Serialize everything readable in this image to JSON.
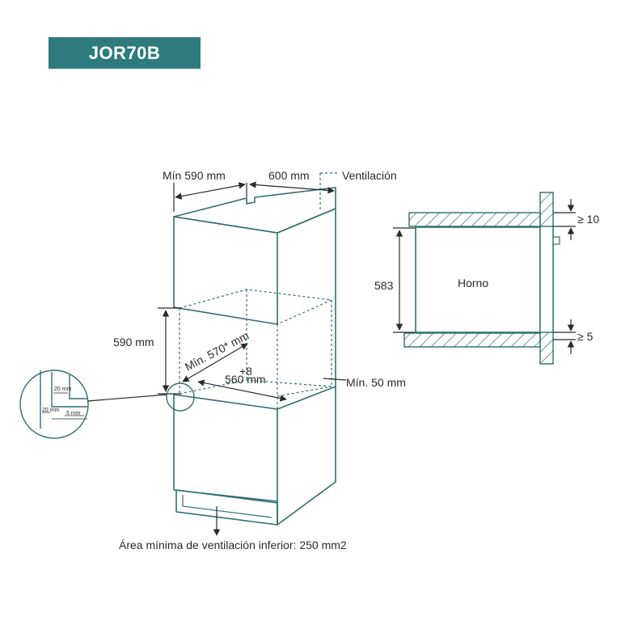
{
  "title": "JOR70B",
  "colors": {
    "accent": "#2e7b7f",
    "line": "#2f6f73",
    "text": "#2b2b2b"
  },
  "labels": {
    "min_590": "Mín 590 mm",
    "w_600": "600 mm",
    "ventilacion": "Ventilación",
    "h_590": "590 mm",
    "min_570": "Mín. 570* mm",
    "plus8": "+8",
    "w_560": "560 mm",
    "min_50": "Mín. 50 mm",
    "d20a": "20 mm",
    "d20b": "20 mm",
    "d5": "5 mm",
    "horno": "Horno",
    "h_583": "583",
    "gap10": "≥ 10",
    "gap5": "≥ 5",
    "area": "Área mínima de ventilación inferior: 250 mm2"
  }
}
